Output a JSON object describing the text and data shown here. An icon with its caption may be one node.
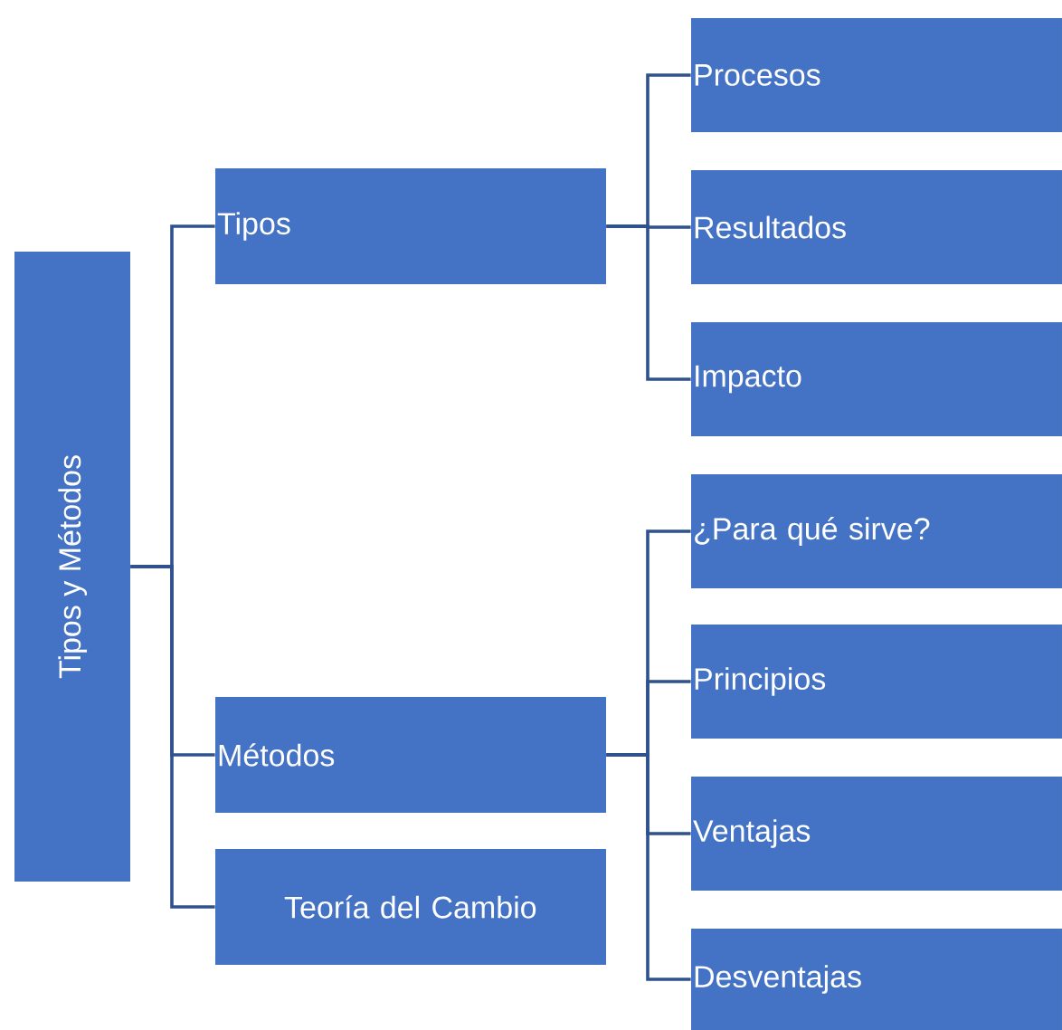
{
  "diagram": {
    "nodes": [
      {
        "text": [
          "Tipos y Métodos"
        ]
      },
      {
        "text": [
          "Tipos"
        ]
      },
      {
        "text": [
          "Procesos"
        ]
      },
      {
        "text": [
          "Resultados"
        ]
      },
      {
        "text": [
          "Impacto"
        ]
      },
      {
        "text": [
          "Métodos"
        ]
      },
      {
        "text": [
          "¿Para qué sirve?"
        ]
      },
      {
        "text": [
          "Principios"
        ]
      },
      {
        "text": [
          "Ventajas"
        ]
      },
      {
        "text": [
          "Desventajas"
        ]
      },
      {
        "text": [
          "Teoría del Cambio"
        ]
      }
    ],
    "edges": [
      {
        "from": 0,
        "to": 1,
        "arrow": "none"
      },
      {
        "from": 0,
        "to": 5,
        "arrow": "none"
      },
      {
        "from": 0,
        "to": 10,
        "arrow": "none"
      },
      {
        "from": 1,
        "to": 2,
        "arrow": "none"
      },
      {
        "from": 1,
        "to": 3,
        "arrow": "none"
      },
      {
        "from": 1,
        "to": 4,
        "arrow": "none"
      },
      {
        "from": 5,
        "to": 6,
        "arrow": "none"
      },
      {
        "from": 5,
        "to": 7,
        "arrow": "none"
      },
      {
        "from": 5,
        "to": 8,
        "arrow": "none"
      },
      {
        "from": 5,
        "to": 9,
        "arrow": "none"
      }
    ]
  }
}
